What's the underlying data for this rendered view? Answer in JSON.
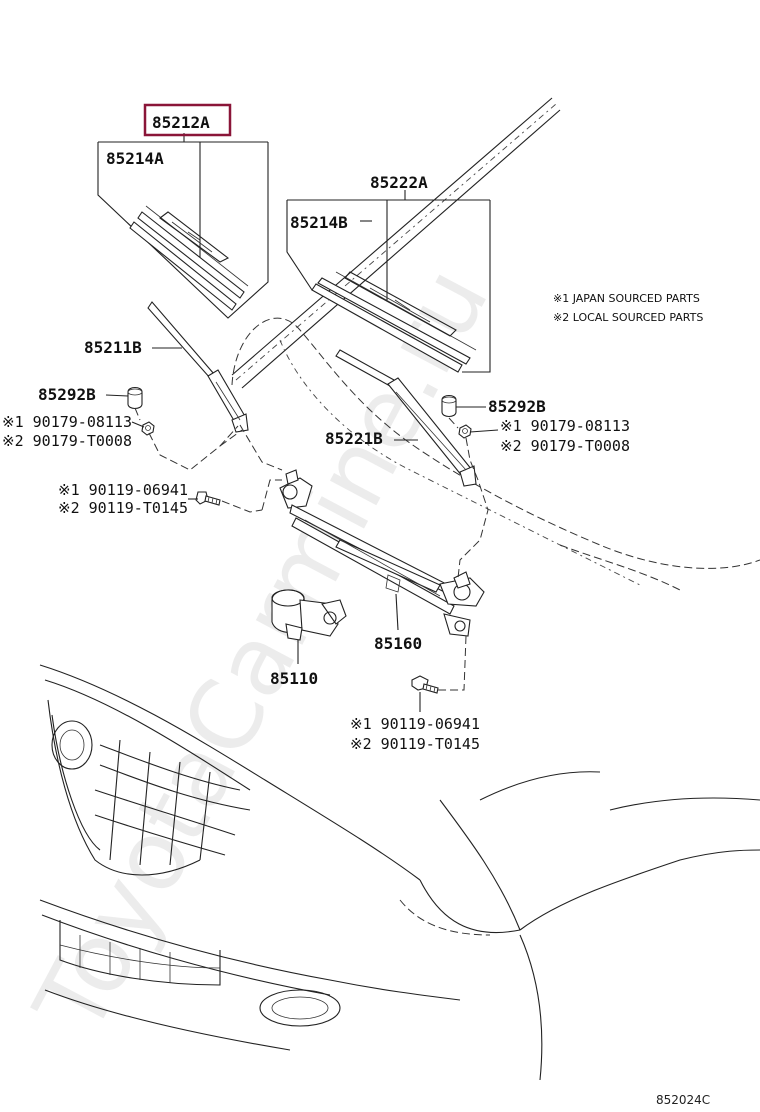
{
  "diagram": {
    "highlighted_part": "85212A",
    "parts": {
      "p85212A": "85212A",
      "p85214A": "85214A",
      "p85222A": "85222A",
      "p85214B": "85214B",
      "p85211B": "85211B",
      "p85292B_left": "85292B",
      "p85292B_right": "85292B",
      "p85221B": "85221B",
      "p85160": "85160",
      "p85110": "85110"
    },
    "fasteners": {
      "left_nut_1": "※1 90179-08113",
      "left_nut_2": "※2 90179-T0008",
      "right_nut_1": "※1 90179-08113",
      "right_nut_2": "※2 90179-T0008",
      "left_bolt_1": "※1 90119-06941",
      "left_bolt_2": "※2 90119-T0145",
      "bottom_bolt_1": "※1 90119-06941",
      "bottom_bolt_2": "※2 90119-T0145"
    },
    "legend": {
      "note1": "※1 JAPAN SOURCED PARTS",
      "note2": "※2 LOCAL SOURCED PARTS"
    },
    "figure_code": "852024C",
    "watermark": "ToyotaCarmine.ru",
    "colors": {
      "highlight": "#8a1538",
      "line": "#222222",
      "watermark": "#e6e6e6"
    }
  }
}
